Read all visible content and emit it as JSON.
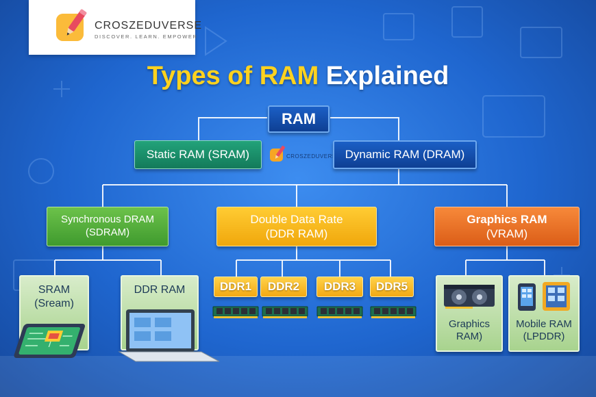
{
  "logo": {
    "name": "CROSZEDUVERSE",
    "tagline": "DISCOVER. LEARN. EMPOWER",
    "watermark": "CROSZEDUVERSE"
  },
  "title": {
    "accent": "Types of RAM",
    "rest": "Explained"
  },
  "tree": {
    "root": "RAM",
    "level1": [
      {
        "label": "Static RAM (SRAM)"
      },
      {
        "label": "Dynamic RAM (DRAM)"
      }
    ],
    "level2": [
      {
        "line1": "Synchronous DRAM",
        "line2": "(SDRAM)"
      },
      {
        "line1": "Double Data Rate",
        "line2": "(DDR RAM)"
      },
      {
        "line1": "Graphics RAM",
        "line2": "(VRAM)"
      }
    ],
    "sdram_children": [
      {
        "line1": "SRAM",
        "line2": "(Sream)"
      },
      {
        "line1": "DDR RAM",
        "line2": ""
      }
    ],
    "ddr_children": [
      "DDR1",
      "DDR2",
      "DDR3",
      "DDR5"
    ],
    "vram_children": [
      {
        "line1": "Graphics",
        "line2": "RAM)"
      },
      {
        "line1": "Mobile RAM",
        "line2": "(LPDDR)"
      }
    ]
  },
  "colors": {
    "background": "#2a78e4",
    "navy": "#1b5fc6",
    "teal": "#22a37a",
    "green": "#6cc24a",
    "yellow": "#ffcc33",
    "orange": "#f7893a",
    "card": "#c4e2b0",
    "title_accent": "#ffd21f"
  },
  "icons": [
    "pencil-logo-icon",
    "tablet-circuit-icon",
    "laptop-icon",
    "memory-stick-icon",
    "graphics-card-icon",
    "phone-tablet-icon"
  ]
}
